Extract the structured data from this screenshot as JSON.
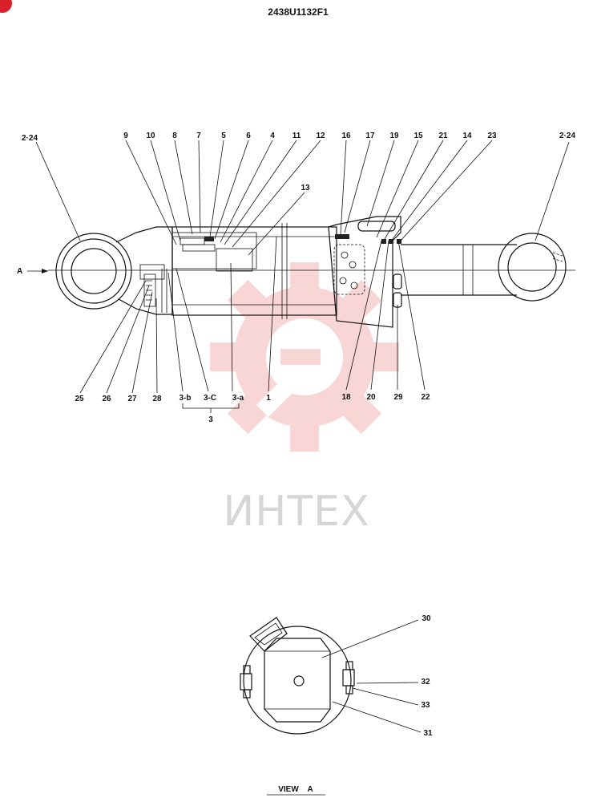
{
  "drawing": {
    "title": "2438U1132F1",
    "view_caption": "VIEW    A",
    "watermark": "ИНТЕХ",
    "arrow_label": "A",
    "watermark_color": "#f4b6b6"
  },
  "labels": {
    "l_2_24_left": "2·24",
    "l_9": "9",
    "l_10": "10",
    "l_8": "8",
    "l_7": "7",
    "l_5": "5",
    "l_6": "6",
    "l_4": "4",
    "l_11": "11",
    "l_12": "12",
    "l_13": "13",
    "l_16": "16",
    "l_17": "17",
    "l_19": "19",
    "l_15": "15",
    "l_21": "21",
    "l_14": "14",
    "l_23": "23",
    "l_2_24_right": "2·24",
    "l_25": "25",
    "l_26": "26",
    "l_27": "27",
    "l_28": "28",
    "l_3b": "3-b",
    "l_3c": "3-C",
    "l_3a": "3-a",
    "l_1": "1",
    "l_3": "3",
    "l_18": "18",
    "l_20": "20",
    "l_29": "29",
    "l_22": "22",
    "l_30": "30",
    "l_32": "32",
    "l_33": "33",
    "l_31": "31"
  }
}
